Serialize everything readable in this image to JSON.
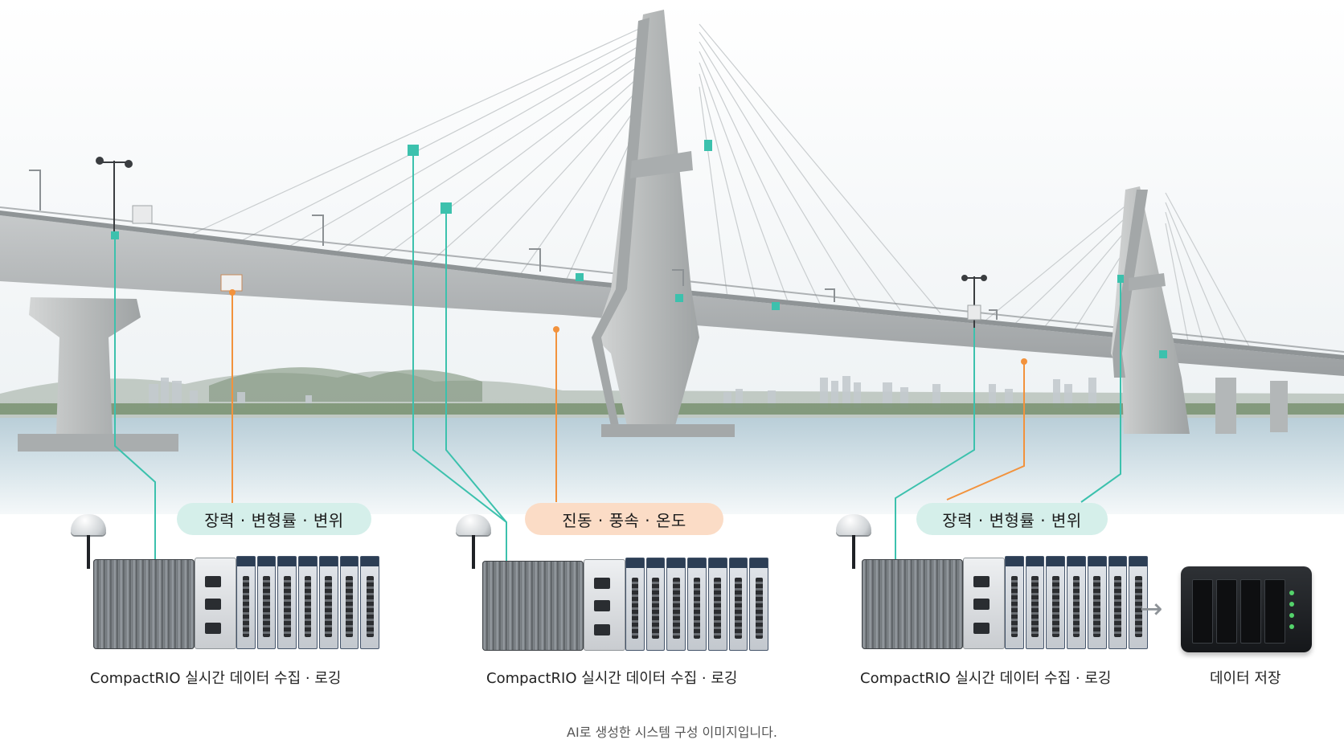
{
  "sensor_groups": [
    {
      "label": "장력 · 변형률 · 변위",
      "color": "#d5efea"
    },
    {
      "label": "진동 · 풍속 · 온도",
      "color": "#fbdcc6"
    },
    {
      "label": "장력 · 변형률 · 변위",
      "color": "#d5efea"
    }
  ],
  "devices": [
    {
      "caption": "CompactRIO 실시간 데이터 수집 · 로깅"
    },
    {
      "caption": "CompactRIO 실시간 데이터 수집 · 로깅"
    },
    {
      "caption": "CompactRIO 실시간 데이터 수집 · 로깅"
    }
  ],
  "storage": {
    "caption": "데이터 저장",
    "icon": "nas-storage-icon",
    "arrow": "→"
  },
  "credit": "AI로 생성한 시스템 구성 이미지입니다.",
  "colors": {
    "teal_line": "#3cc1ad",
    "orange_line": "#f2923c",
    "sky": "#f4f6f7",
    "water": "#cfdfe6",
    "concrete": "#b9bcbd"
  }
}
